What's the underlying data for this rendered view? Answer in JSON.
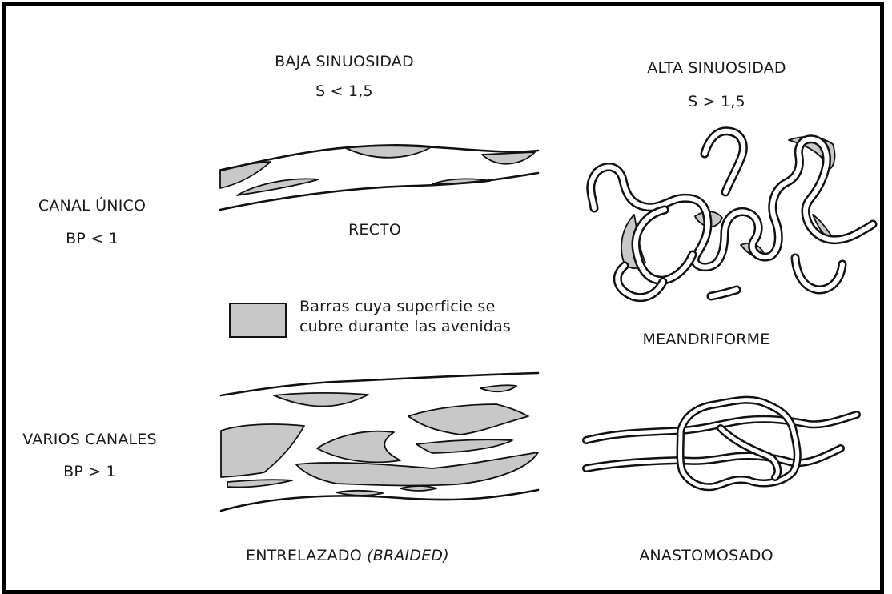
{
  "headers": {
    "low": {
      "title": "BAJA SINUOSIDAD",
      "formula": "S < 1,5"
    },
    "high": {
      "title": "ALTA SINUOSIDAD",
      "formula": "S > 1,5"
    }
  },
  "rows": {
    "single": {
      "title": "CANAL ÚNICO",
      "formula": "BP < 1"
    },
    "multiple": {
      "title": "VARIOS CANALES",
      "formula": "BP > 1"
    }
  },
  "types": {
    "straight": "RECTO",
    "meandering": "MEANDRIFORME",
    "braided": "ENTRELAZADO",
    "braided_en": "(BRAIDED)",
    "anastomosing": "ANASTOMOSADO"
  },
  "legend": {
    "line1": "Barras cuya superficie se",
    "line2": "cubre durante las avenidas"
  },
  "colors": {
    "bar_fill": "#c8c8c8",
    "stroke": "#111111"
  }
}
